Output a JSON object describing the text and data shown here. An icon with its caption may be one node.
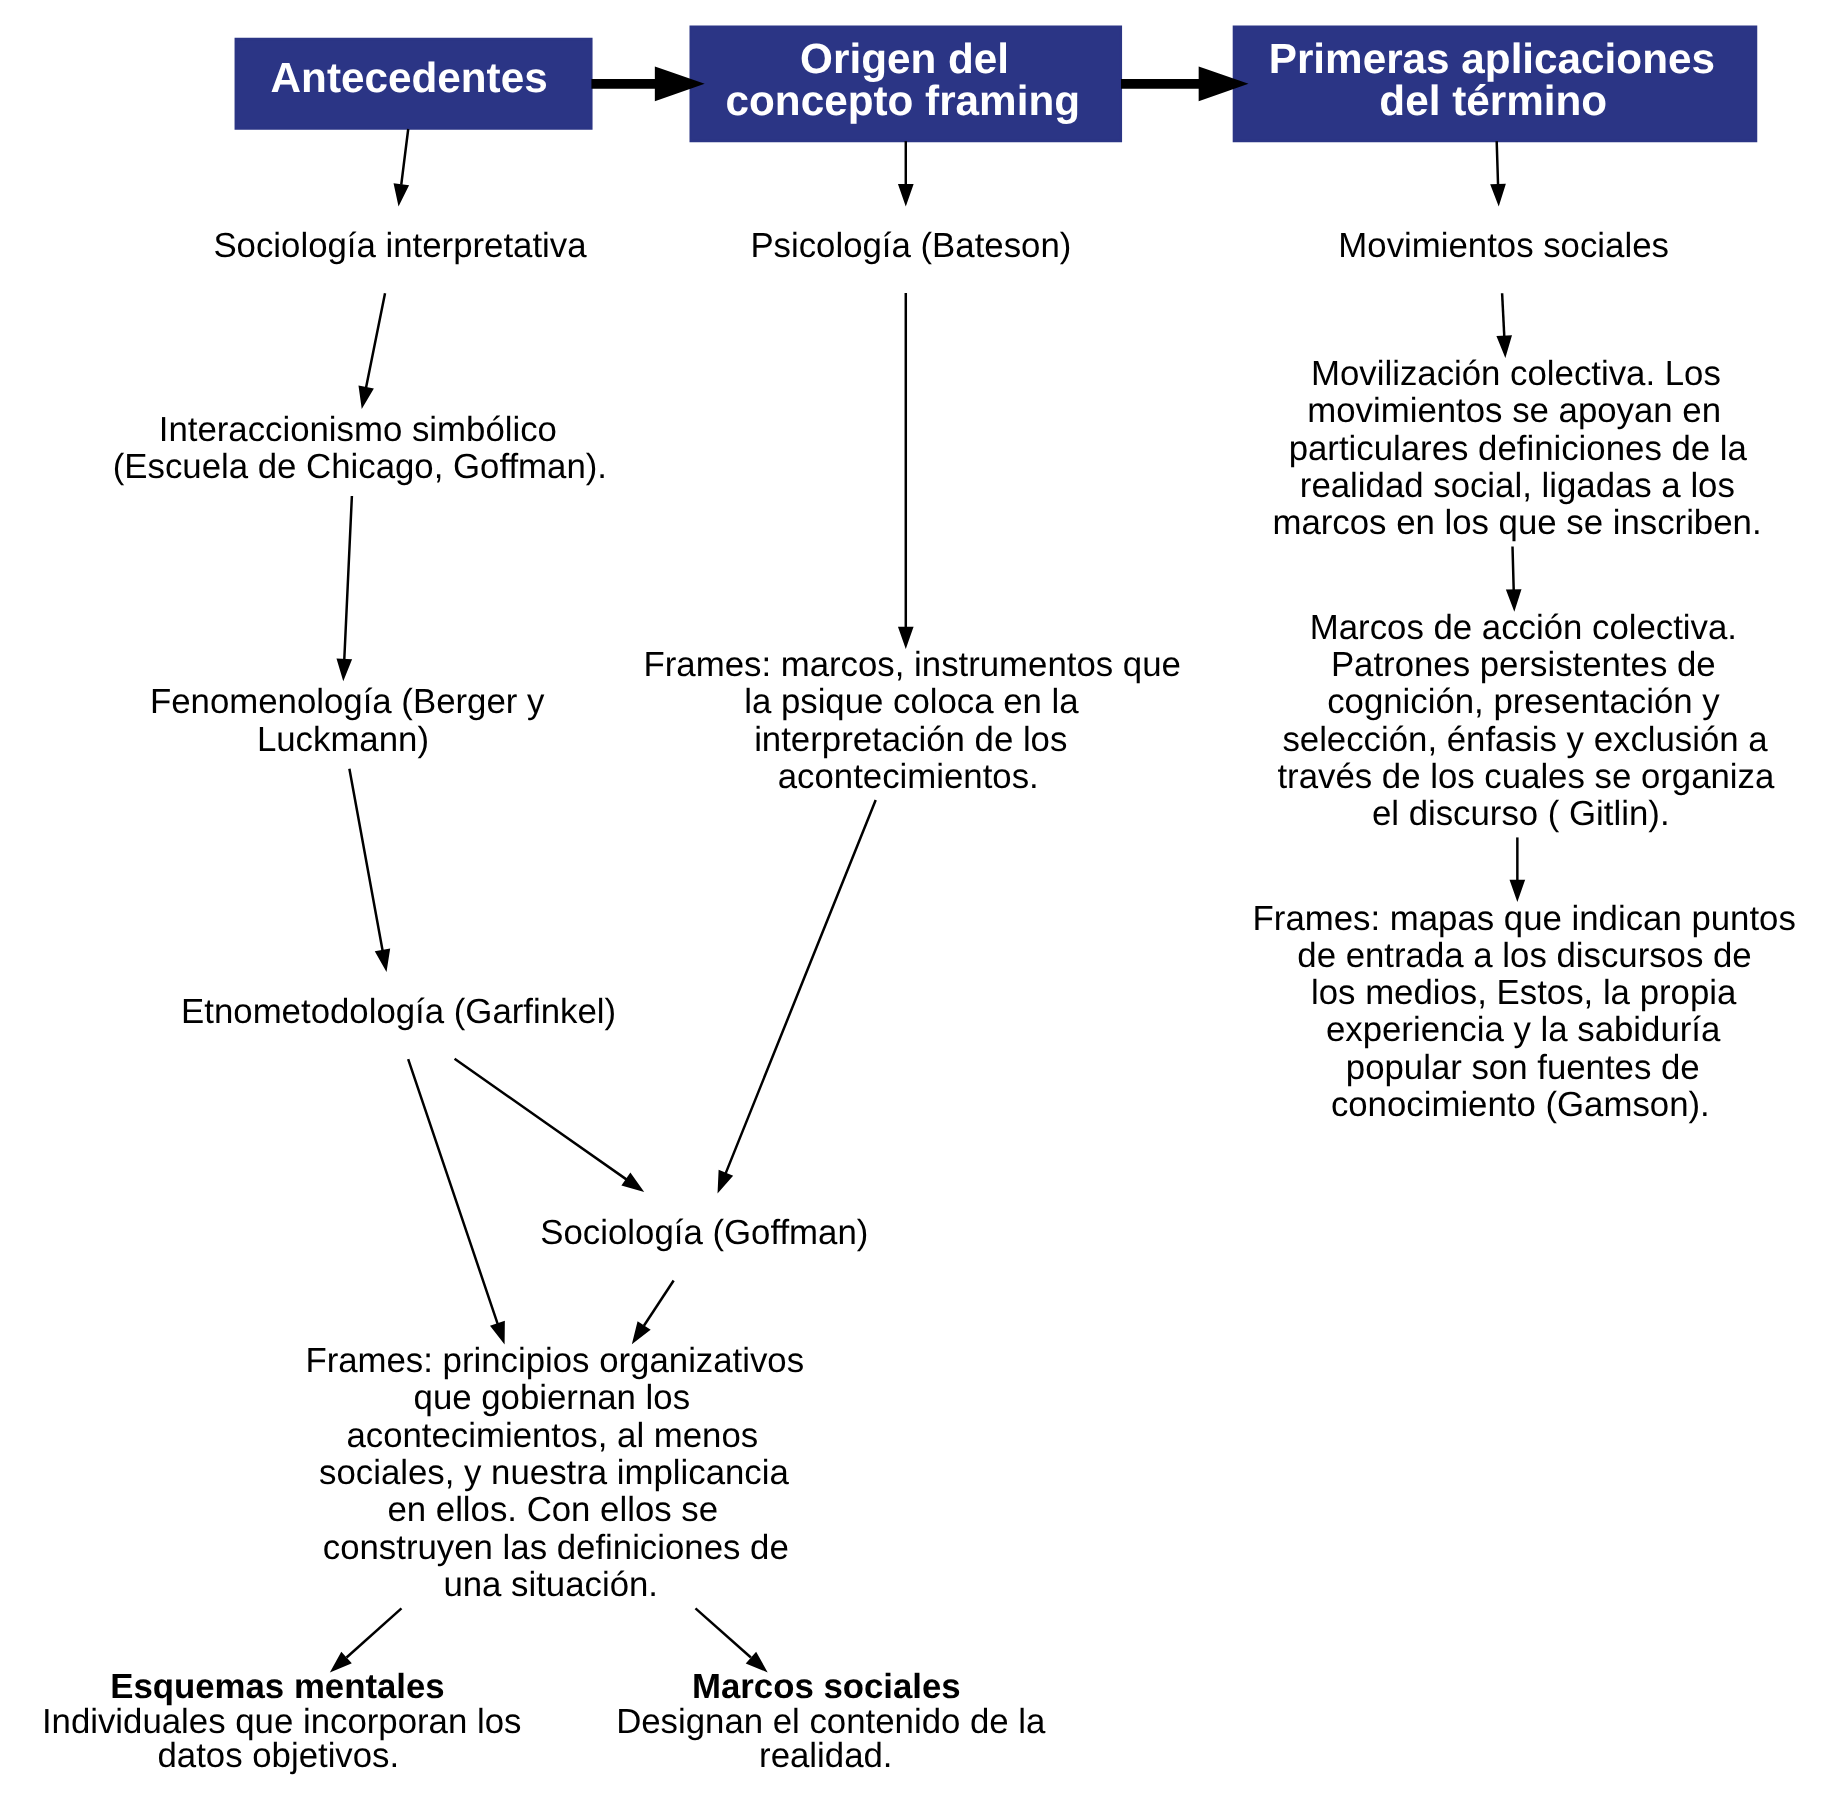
{
  "diagram": {
    "nodes": [
      {
        "text": [
          "Antecedentes"
        ]
      },
      {
        "text": [
          "Origen del concepto framing"
        ]
      },
      {
        "text": [
          "Primeras aplicaciones del término"
        ]
      },
      {
        "text": [
          "Sociología interpretativa"
        ]
      },
      {
        "text": [
          "Interaccionismo simbólico (Escuela de Chicago, Goffman)."
        ]
      },
      {
        "text": [
          "Fenomenología (Berger y Luckmann)"
        ]
      },
      {
        "text": [
          "Etnometodología (Garfinkel)"
        ]
      },
      {
        "text": [
          "Psicología (Bateson)"
        ]
      },
      {
        "text": [
          "Frames: marcos, instrumentos que la psique coloca en la interpretación de los acontecimientos."
        ]
      },
      {
        "text": [
          "Sociología (Goffman)"
        ]
      },
      {
        "text": [
          "Frames: principios organizativos que gobiernan los acontecimientos, al menos sociales, y nuestra implicancia en ellos. Con ellos se construyen las definiciones de una situación."
        ]
      },
      {
        "text": [
          "Esquemas mentales",
          "Individuales que incorporan los datos objetivos."
        ]
      },
      {
        "text": [
          "Marcos sociales",
          "Designan el contenido de la realidad."
        ]
      },
      {
        "text": [
          "Movimientos sociales"
        ]
      },
      {
        "text": [
          "Movilización colectiva. Los movimientos se apoyan en particulares definiciones de la realidad social, ligadas a los marcos en los que se inscriben."
        ]
      },
      {
        "text": [
          "Marcos de acción colectiva. Patrones persistentes de cognición, presentación y selección, énfasis y exclusión a través de los cuales se organiza el discurso ( Gitlin)."
        ]
      },
      {
        "text": [
          "Frames: mapas que indican puntos de entrada a los discursos de los medios, Estos, la propia experiencia y la sabiduría popular son fuentes de conocimiento (Gamson)."
        ]
      }
    ],
    "edges": [
      {
        "from": 0,
        "to": 1,
        "arrow": "to",
        "style": "thick"
      },
      {
        "from": 1,
        "to": 2,
        "arrow": "to",
        "style": "thick"
      },
      {
        "from": 0,
        "to": 3,
        "arrow": "to"
      },
      {
        "from": 3,
        "to": 4,
        "arrow": "to"
      },
      {
        "from": 4,
        "to": 5,
        "arrow": "to"
      },
      {
        "from": 5,
        "to": 6,
        "arrow": "to"
      },
      {
        "from": 6,
        "to": 9,
        "arrow": "to"
      },
      {
        "from": 6,
        "to": 10,
        "arrow": "to"
      },
      {
        "from": 1,
        "to": 7,
        "arrow": "to"
      },
      {
        "from": 7,
        "to": 8,
        "arrow": "to"
      },
      {
        "from": 8,
        "to": 9,
        "arrow": "to"
      },
      {
        "from": 9,
        "to": 10,
        "arrow": "to"
      },
      {
        "from": 10,
        "to": 11,
        "arrow": "to"
      },
      {
        "from": 10,
        "to": 12,
        "arrow": "to"
      },
      {
        "from": 2,
        "to": 13,
        "arrow": "to"
      },
      {
        "from": 13,
        "to": 14,
        "arrow": "to"
      },
      {
        "from": 14,
        "to": 15,
        "arrow": "to"
      },
      {
        "from": 15,
        "to": 16,
        "arrow": "to"
      }
    ]
  }
}
